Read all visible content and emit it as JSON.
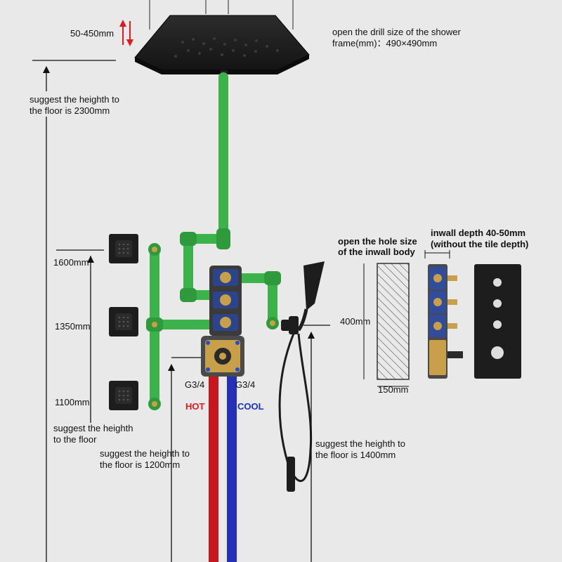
{
  "labels": {
    "ceiling_gap": "50-450mm",
    "drill_size_line1": "open the drill size of the shower",
    "drill_size_line2": "frame(mm)：490×490mm",
    "height_2300_line1": "suggest the heighth to",
    "height_2300_line2": "the floor is 2300mm",
    "body_jet_1600": "1600mm",
    "body_jet_1350": "1350mm",
    "body_jet_1100": "1100mm",
    "body_jet_note_line1": "suggest the heighth",
    "body_jet_note_line2": "to the floor",
    "valve_1200_line1": "suggest the heighth to",
    "valve_1200_line2": "the floor is 1200mm",
    "handheld_1400_line1": "suggest the heighth to",
    "handheld_1400_line2": "the floor is 1400mm",
    "inlet_left": "G3/4",
    "inlet_right": "G3/4",
    "hot": "HOT",
    "cool": "COOL",
    "hole_size_line1": "open the hole size",
    "hole_size_line2": "of the inwall body",
    "inwall_depth_line1": "inwall depth 40-50mm",
    "inwall_depth_line2": "(without the tile depth)",
    "height_400": "400mm",
    "width_150": "150mm"
  },
  "colors": {
    "background": "#e9e9e9",
    "pipe_green": "#3cb34a",
    "hot_pipe": "#c8171d",
    "cold_pipe": "#2430b8",
    "fixture_black": "#1d1d1d",
    "brass": "#c9a04a",
    "arrow_red": "#e0191e"
  }
}
